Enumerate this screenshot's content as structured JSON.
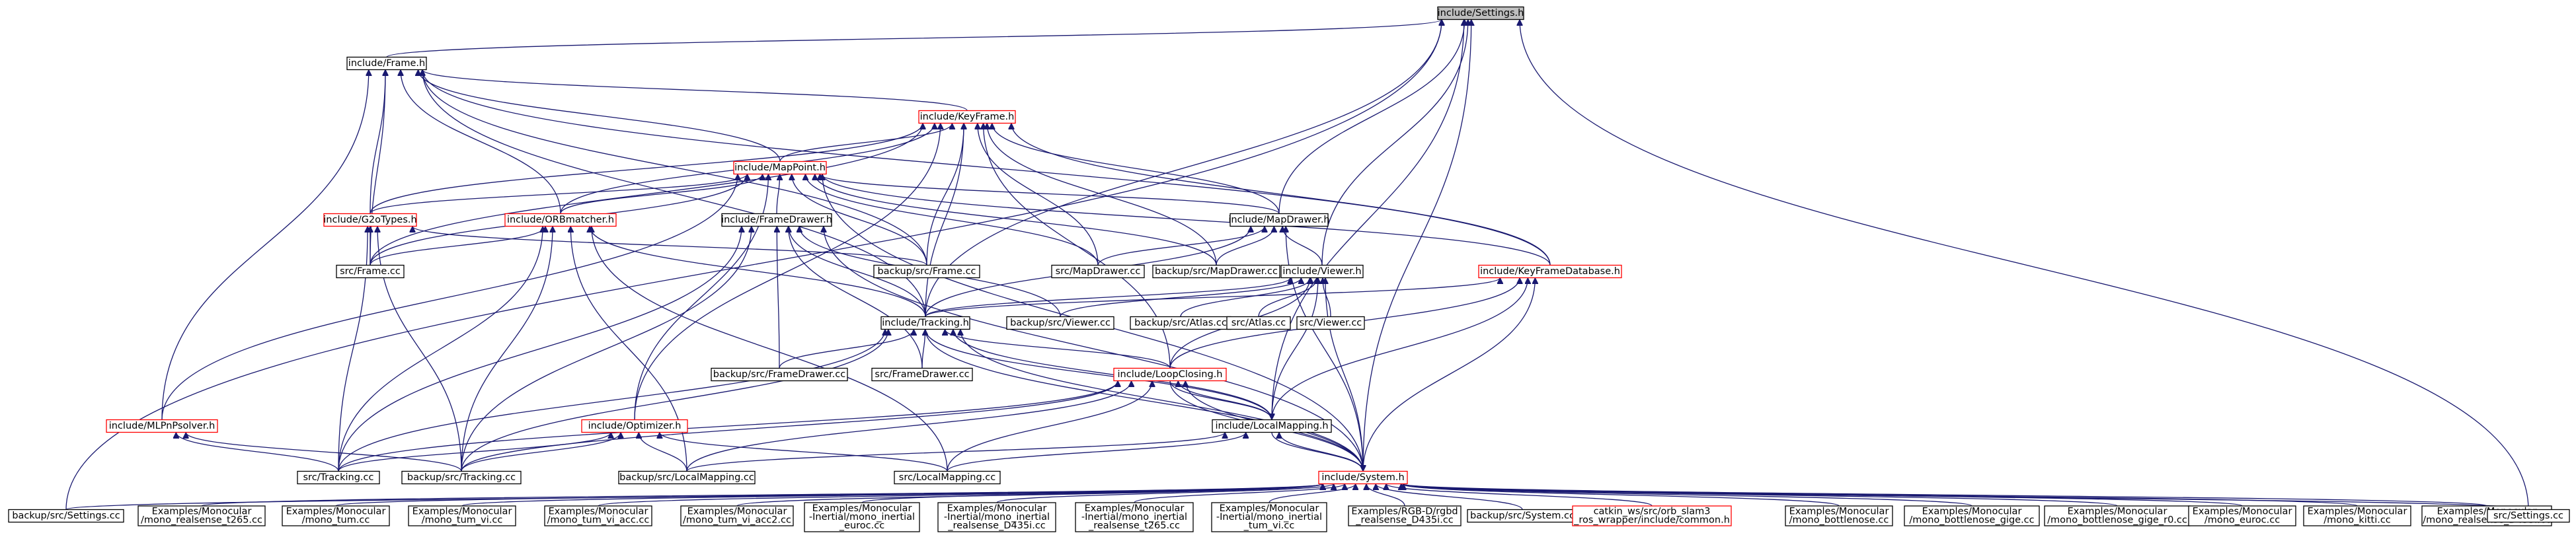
{
  "nodes": [
    {
      "id": "settings_h",
      "lines": [
        "include/Settings.h"
      ],
      "state": "current"
    },
    {
      "id": "frame_h",
      "lines": [
        "include/Frame.h"
      ],
      "state": "normal"
    },
    {
      "id": "keyframe_h",
      "lines": [
        "include/KeyFrame.h"
      ],
      "state": "incomplete"
    },
    {
      "id": "mappoint_h",
      "lines": [
        "include/MapPoint.h"
      ],
      "state": "incomplete"
    },
    {
      "id": "g2otypes_h",
      "lines": [
        "include/G2oTypes.h"
      ],
      "state": "incomplete"
    },
    {
      "id": "orbmatcher_h",
      "lines": [
        "include/ORBmatcher.h"
      ],
      "state": "incomplete"
    },
    {
      "id": "framedrawer_h",
      "lines": [
        "include/FrameDrawer.h"
      ],
      "state": "normal"
    },
    {
      "id": "mapdrawer_h",
      "lines": [
        "include/MapDrawer.h"
      ],
      "state": "normal"
    },
    {
      "id": "viewer_h",
      "lines": [
        "include/Viewer.h"
      ],
      "state": "normal"
    },
    {
      "id": "keyframedatabase_h",
      "lines": [
        "include/KeyFrameDatabase.h"
      ],
      "state": "incomplete"
    },
    {
      "id": "src_frame_cc",
      "lines": [
        "src/Frame.cc"
      ],
      "state": "normal"
    },
    {
      "id": "backup_frame_cc",
      "lines": [
        "backup/src/Frame.cc"
      ],
      "state": "normal"
    },
    {
      "id": "src_mapdrawer_cc",
      "lines": [
        "src/MapDrawer.cc"
      ],
      "state": "normal"
    },
    {
      "id": "backup_mapdrawer_cc",
      "lines": [
        "backup/src/MapDrawer.cc"
      ],
      "state": "normal"
    },
    {
      "id": "tracking_h",
      "lines": [
        "include/Tracking.h"
      ],
      "state": "normal"
    },
    {
      "id": "backup_viewer_cc",
      "lines": [
        "backup/src/Viewer.cc"
      ],
      "state": "normal"
    },
    {
      "id": "backup_atlas_cc",
      "lines": [
        "backup/src/Atlas.cc"
      ],
      "state": "normal"
    },
    {
      "id": "src_atlas_cc",
      "lines": [
        "src/Atlas.cc"
      ],
      "state": "normal"
    },
    {
      "id": "src_viewer_cc",
      "lines": [
        "src/Viewer.cc"
      ],
      "state": "normal"
    },
    {
      "id": "backup_framedrawer_cc",
      "lines": [
        "backup/src/FrameDrawer.cc"
      ],
      "state": "normal"
    },
    {
      "id": "src_framedrawer_cc",
      "lines": [
        "src/FrameDrawer.cc"
      ],
      "state": "normal"
    },
    {
      "id": "loopclosing_h",
      "lines": [
        "include/LoopClosing.h"
      ],
      "state": "incomplete"
    },
    {
      "id": "mlpnpsolver_h",
      "lines": [
        "include/MLPnPsolver.h"
      ],
      "state": "incomplete"
    },
    {
      "id": "optimizer_h",
      "lines": [
        "include/Optimizer.h"
      ],
      "state": "incomplete"
    },
    {
      "id": "localmapping_h",
      "lines": [
        "include/LocalMapping.h"
      ],
      "state": "normal"
    },
    {
      "id": "src_tracking_cc",
      "lines": [
        "src/Tracking.cc"
      ],
      "state": "normal"
    },
    {
      "id": "backup_tracking_cc",
      "lines": [
        "backup/src/Tracking.cc"
      ],
      "state": "normal"
    },
    {
      "id": "backup_localmapping_cc",
      "lines": [
        "backup/src/LocalMapping.cc"
      ],
      "state": "normal"
    },
    {
      "id": "src_localmapping_cc",
      "lines": [
        "src/LocalMapping.cc"
      ],
      "state": "normal"
    },
    {
      "id": "system_h",
      "lines": [
        "include/System.h"
      ],
      "state": "incomplete"
    },
    {
      "id": "backup_settings_cc",
      "lines": [
        "backup/src/Settings.cc"
      ],
      "state": "normal"
    },
    {
      "id": "mono_realsense_t265",
      "lines": [
        "Examples/Monocular",
        "/mono_realsense_t265.cc"
      ],
      "state": "normal"
    },
    {
      "id": "mono_tum",
      "lines": [
        "Examples/Monocular",
        "/mono_tum.cc"
      ],
      "state": "normal"
    },
    {
      "id": "mono_tum_vi",
      "lines": [
        "Examples/Monocular",
        "/mono_tum_vi.cc"
      ],
      "state": "normal"
    },
    {
      "id": "mono_tum_vi_acc",
      "lines": [
        "Examples/Monocular",
        "/mono_tum_vi_acc.cc"
      ],
      "state": "normal"
    },
    {
      "id": "mono_tum_vi_acc2",
      "lines": [
        "Examples/Monocular",
        "/mono_tum_vi_acc2.cc"
      ],
      "state": "normal"
    },
    {
      "id": "mono_inertial_euroc",
      "lines": [
        "Examples/Monocular",
        "-Inertial/mono_inertial",
        "_euroc.cc"
      ],
      "state": "normal"
    },
    {
      "id": "mono_inertial_d435i",
      "lines": [
        "Examples/Monocular",
        "-Inertial/mono_inertial",
        "_realsense_D435i.cc"
      ],
      "state": "normal"
    },
    {
      "id": "mono_inertial_t265",
      "lines": [
        "Examples/Monocular",
        "-Inertial/mono_inertial",
        "_realsense_t265.cc"
      ],
      "state": "normal"
    },
    {
      "id": "mono_inertial_tum_vi",
      "lines": [
        "Examples/Monocular",
        "-Inertial/mono_inertial",
        "_tum_vi.cc"
      ],
      "state": "normal"
    },
    {
      "id": "rgbd_d435i",
      "lines": [
        "Examples/RGB-D/rgbd",
        "_realsense_D435i.cc"
      ],
      "state": "normal"
    },
    {
      "id": "backup_system_cc",
      "lines": [
        "backup/src/System.cc"
      ],
      "state": "normal"
    },
    {
      "id": "catkin_common_h",
      "lines": [
        "catkin_ws/src/orb_slam3",
        "_ros_wrapper/include/common.h"
      ],
      "state": "incomplete"
    },
    {
      "id": "mono_bottlenose",
      "lines": [
        "Examples/Monocular",
        "/mono_bottlenose.cc"
      ],
      "state": "normal"
    },
    {
      "id": "mono_bottlenose_gige",
      "lines": [
        "Examples/Monocular",
        "/mono_bottlenose_gige.cc"
      ],
      "state": "normal"
    },
    {
      "id": "mono_bottlenose_gige_r0",
      "lines": [
        "Examples/Monocular",
        "/mono_bottlenose_gige_r0.cc"
      ],
      "state": "normal"
    },
    {
      "id": "mono_euroc",
      "lines": [
        "Examples/Monocular",
        "/mono_euroc.cc"
      ],
      "state": "normal"
    },
    {
      "id": "mono_kitti",
      "lines": [
        "Examples/Monocular",
        "/mono_kitti.cc"
      ],
      "state": "normal"
    },
    {
      "id": "mono_realsense_d435i",
      "lines": [
        "Examples/Monocular",
        "/mono_realsense_D435i.cc"
      ],
      "state": "normal"
    },
    {
      "id": "src_settings_cc",
      "lines": [
        "src/Settings.cc"
      ],
      "state": "normal"
    }
  ],
  "edges": [
    [
      "settings_h",
      "frame_h"
    ],
    [
      "settings_h",
      "tracking_h"
    ],
    [
      "settings_h",
      "mapdrawer_h"
    ],
    [
      "settings_h",
      "viewer_h"
    ],
    [
      "settings_h",
      "localmapping_h"
    ],
    [
      "settings_h",
      "system_h"
    ],
    [
      "settings_h",
      "src_settings_cc"
    ],
    [
      "settings_h",
      "backup_settings_cc"
    ],
    [
      "frame_h",
      "keyframe_h"
    ],
    [
      "frame_h",
      "mappoint_h"
    ],
    [
      "frame_h",
      "g2otypes_h"
    ],
    [
      "frame_h",
      "orbmatcher_h"
    ],
    [
      "frame_h",
      "src_frame_cc"
    ],
    [
      "frame_h",
      "backup_frame_cc"
    ],
    [
      "frame_h",
      "tracking_h"
    ],
    [
      "frame_h",
      "mlpnpsolver_h"
    ],
    [
      "frame_h",
      "keyframedatabase_h"
    ],
    [
      "keyframe_h",
      "mappoint_h"
    ],
    [
      "keyframe_h",
      "g2otypes_h"
    ],
    [
      "keyframe_h",
      "orbmatcher_h"
    ],
    [
      "keyframe_h",
      "src_frame_cc"
    ],
    [
      "keyframe_h",
      "backup_frame_cc"
    ],
    [
      "keyframe_h",
      "mapdrawer_h"
    ],
    [
      "keyframe_h",
      "keyframedatabase_h"
    ],
    [
      "keyframe_h",
      "src_mapdrawer_cc"
    ],
    [
      "keyframe_h",
      "backup_mapdrawer_cc"
    ],
    [
      "keyframe_h",
      "optimizer_h"
    ],
    [
      "keyframe_h",
      "loopclosing_h"
    ],
    [
      "keyframe_h",
      "tracking_h"
    ],
    [
      "mappoint_h",
      "g2otypes_h"
    ],
    [
      "mappoint_h",
      "orbmatcher_h"
    ],
    [
      "mappoint_h",
      "framedrawer_h"
    ],
    [
      "mappoint_h",
      "mapdrawer_h"
    ],
    [
      "mappoint_h",
      "src_frame_cc"
    ],
    [
      "mappoint_h",
      "backup_frame_cc"
    ],
    [
      "mappoint_h",
      "src_mapdrawer_cc"
    ],
    [
      "mappoint_h",
      "backup_mapdrawer_cc"
    ],
    [
      "mappoint_h",
      "optimizer_h"
    ],
    [
      "mappoint_h",
      "mlpnpsolver_h"
    ],
    [
      "mappoint_h",
      "system_h"
    ],
    [
      "mappoint_h",
      "keyframedatabase_h"
    ],
    [
      "g2otypes_h",
      "src_frame_cc"
    ],
    [
      "g2otypes_h",
      "backup_frame_cc"
    ],
    [
      "g2otypes_h",
      "src_tracking_cc"
    ],
    [
      "g2otypes_h",
      "backup_tracking_cc"
    ],
    [
      "orbmatcher_h",
      "src_frame_cc"
    ],
    [
      "orbmatcher_h",
      "tracking_h"
    ],
    [
      "orbmatcher_h",
      "src_tracking_cc"
    ],
    [
      "orbmatcher_h",
      "backup_tracking_cc"
    ],
    [
      "orbmatcher_h",
      "backup_localmapping_cc"
    ],
    [
      "orbmatcher_h",
      "src_localmapping_cc"
    ],
    [
      "framedrawer_h",
      "tracking_h"
    ],
    [
      "framedrawer_h",
      "backup_framedrawer_cc"
    ],
    [
      "framedrawer_h",
      "src_framedrawer_cc"
    ],
    [
      "framedrawer_h",
      "src_tracking_cc"
    ],
    [
      "framedrawer_h",
      "backup_tracking_cc"
    ],
    [
      "framedrawer_h",
      "system_h"
    ],
    [
      "framedrawer_h",
      "backup_viewer_cc"
    ],
    [
      "mapdrawer_h",
      "viewer_h"
    ],
    [
      "mapdrawer_h",
      "src_mapdrawer_cc"
    ],
    [
      "mapdrawer_h",
      "backup_mapdrawer_cc"
    ],
    [
      "mapdrawer_h",
      "tracking_h"
    ],
    [
      "mapdrawer_h",
      "system_h"
    ],
    [
      "viewer_h",
      "tracking_h"
    ],
    [
      "viewer_h",
      "backup_viewer_cc"
    ],
    [
      "viewer_h",
      "backup_atlas_cc"
    ],
    [
      "viewer_h",
      "src_atlas_cc"
    ],
    [
      "viewer_h",
      "src_viewer_cc"
    ],
    [
      "viewer_h",
      "loopclosing_h"
    ],
    [
      "viewer_h",
      "localmapping_h"
    ],
    [
      "viewer_h",
      "system_h"
    ],
    [
      "keyframedatabase_h",
      "tracking_h"
    ],
    [
      "keyframedatabase_h",
      "loopclosing_h"
    ],
    [
      "keyframedatabase_h",
      "localmapping_h"
    ],
    [
      "keyframedatabase_h",
      "system_h"
    ],
    [
      "tracking_h",
      "backup_framedrawer_cc"
    ],
    [
      "tracking_h",
      "src_framedrawer_cc"
    ],
    [
      "tracking_h",
      "loopclosing_h"
    ],
    [
      "tracking_h",
      "localmapping_h"
    ],
    [
      "tracking_h",
      "system_h"
    ],
    [
      "tracking_h",
      "src_tracking_cc"
    ],
    [
      "tracking_h",
      "backup_tracking_cc"
    ],
    [
      "loopclosing_h",
      "localmapping_h"
    ],
    [
      "loopclosing_h",
      "system_h"
    ],
    [
      "loopclosing_h",
      "src_tracking_cc"
    ],
    [
      "loopclosing_h",
      "backup_tracking_cc"
    ],
    [
      "loopclosing_h",
      "src_localmapping_cc"
    ],
    [
      "loopclosing_h",
      "backup_localmapping_cc"
    ],
    [
      "localmapping_h",
      "system_h"
    ],
    [
      "localmapping_h",
      "loopclosing_h"
    ],
    [
      "localmapping_h",
      "tracking_h"
    ],
    [
      "localmapping_h",
      "backup_localmapping_cc"
    ],
    [
      "localmapping_h",
      "src_localmapping_cc"
    ],
    [
      "mlpnpsolver_h",
      "src_tracking_cc"
    ],
    [
      "mlpnpsolver_h",
      "backup_tracking_cc"
    ],
    [
      "optimizer_h",
      "src_tracking_cc"
    ],
    [
      "optimizer_h",
      "backup_tracking_cc"
    ],
    [
      "optimizer_h",
      "backup_localmapping_cc"
    ],
    [
      "optimizer_h",
      "src_localmapping_cc"
    ],
    [
      "system_h",
      "tracking_h"
    ],
    [
      "system_h",
      "loopclosing_h"
    ],
    [
      "system_h",
      "localmapping_h"
    ],
    [
      "system_h",
      "backup_settings_cc"
    ],
    [
      "system_h",
      "mono_realsense_t265"
    ],
    [
      "system_h",
      "mono_tum"
    ],
    [
      "system_h",
      "mono_tum_vi"
    ],
    [
      "system_h",
      "mono_tum_vi_acc"
    ],
    [
      "system_h",
      "mono_tum_vi_acc2"
    ],
    [
      "system_h",
      "mono_inertial_euroc"
    ],
    [
      "system_h",
      "mono_inertial_d435i"
    ],
    [
      "system_h",
      "mono_inertial_t265"
    ],
    [
      "system_h",
      "mono_inertial_tum_vi"
    ],
    [
      "system_h",
      "rgbd_d435i"
    ],
    [
      "system_h",
      "backup_system_cc"
    ],
    [
      "system_h",
      "catkin_common_h"
    ],
    [
      "system_h",
      "mono_bottlenose"
    ],
    [
      "system_h",
      "mono_bottlenose_gige"
    ],
    [
      "system_h",
      "mono_bottlenose_gige_r0"
    ],
    [
      "system_h",
      "mono_euroc"
    ],
    [
      "system_h",
      "mono_kitti"
    ],
    [
      "system_h",
      "mono_realsense_d435i"
    ],
    [
      "system_h",
      "src_settings_cc"
    ]
  ],
  "colors": {
    "edge": "#191970",
    "incomplete_border": "#ff0000",
    "normal_border": "#000000",
    "current_fill": "#bfbfbf",
    "background": "#ffffff"
  }
}
